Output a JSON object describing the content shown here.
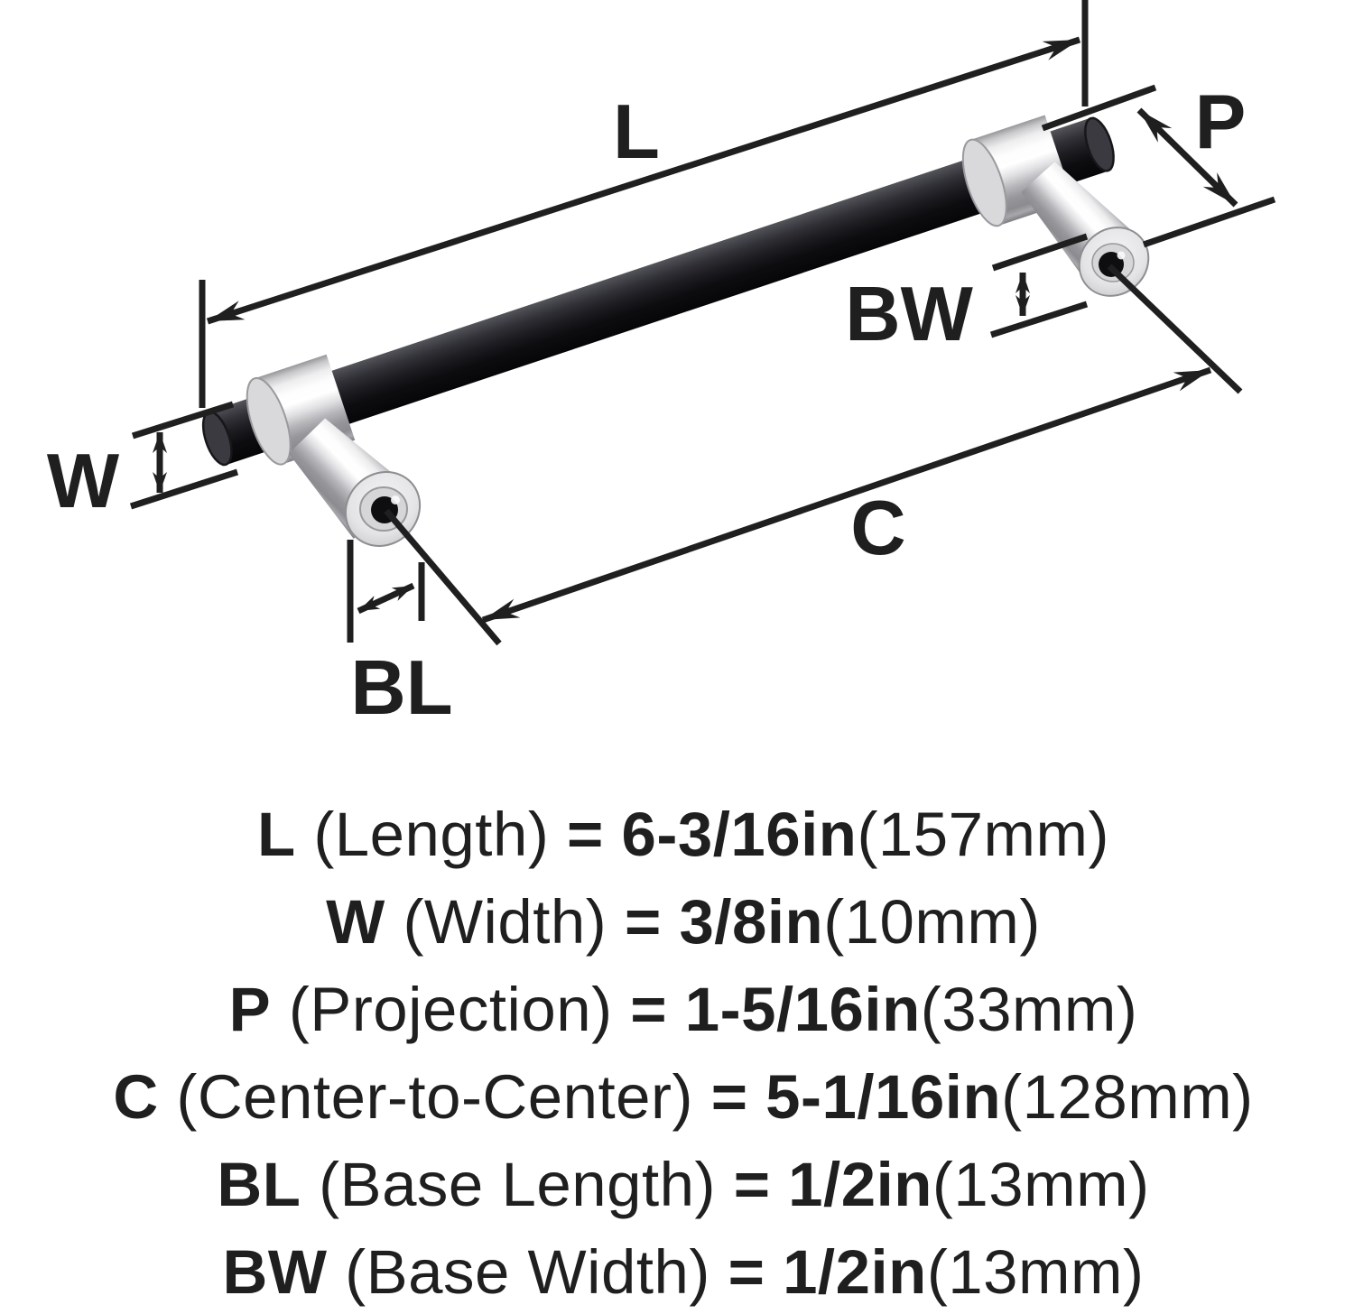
{
  "diagram": {
    "dim_labels": {
      "length": "L",
      "width": "W",
      "projection": "P",
      "center_to_center": "C",
      "base_length": "BL",
      "base_width": "BW"
    },
    "colors": {
      "background": "#ffffff",
      "annotation_text": "#1f1f20",
      "matte_black_bar": "#1b1b1f",
      "satin_nickel": "#d9d9dc"
    }
  },
  "specs": {
    "rows": [
      {
        "abbr": "L",
        "name": "(Length)",
        "equals": "=",
        "value": "6-3/16in",
        "metric": "(157mm)"
      },
      {
        "abbr": "W",
        "name": "(Width)",
        "equals": "=",
        "value": "3/8in",
        "metric": "(10mm)"
      },
      {
        "abbr": "P",
        "name": "(Projection)",
        "equals": "=",
        "value": "1-5/16in",
        "metric": "(33mm)"
      },
      {
        "abbr": "C",
        "name": "(Center-to-Center)",
        "equals": "=",
        "value": "5-1/16in",
        "metric": "(128mm)"
      },
      {
        "abbr": "BL",
        "name": "(Base Length)",
        "equals": "=",
        "value": "1/2in",
        "metric": "(13mm)"
      },
      {
        "abbr": "BW",
        "name": "(Base Width)",
        "equals": "=",
        "value": "1/2in",
        "metric": "(13mm)"
      }
    ]
  }
}
